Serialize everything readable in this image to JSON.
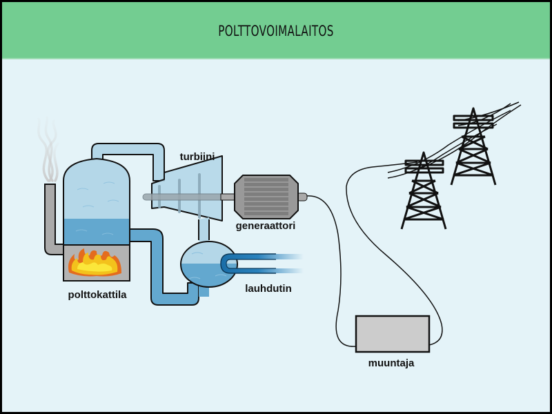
{
  "header": {
    "title": "POLTTOVOIMALAITOS"
  },
  "labels": {
    "boiler": "polttokattila",
    "turbine": "turbiini",
    "generator": "generaattori",
    "condenser": "lauhdutin",
    "transformer": "muuntaja"
  },
  "colors": {
    "header_bg": "#73cd91",
    "background": "#e4f3f8",
    "steam": "#b4d7e8",
    "water": "#63a8cf",
    "coolant": "#1a6ea8",
    "metal": "#999999",
    "transformer": "#cccccc"
  }
}
